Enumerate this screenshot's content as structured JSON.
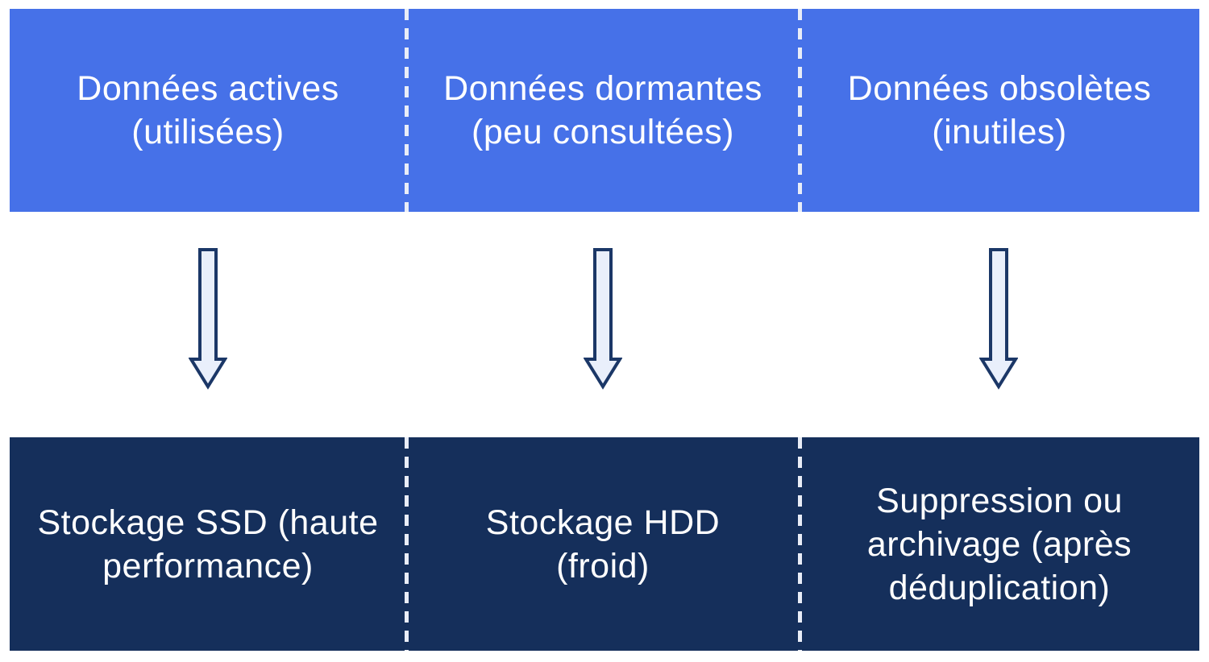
{
  "diagram_title": "data-lifecycle-storage-flow",
  "colors": {
    "top_band": "#4671e8",
    "bottom_band": "#152f5b",
    "text": "#ffffff",
    "divider": "#e9edf7",
    "arrow_fill": "#e9effb",
    "arrow_stroke": "#1b3767",
    "page_bg": "#ffffff"
  },
  "columns": [
    {
      "top": {
        "lines": [
          "Données actives",
          "(utilisées)"
        ]
      },
      "bottom": {
        "lines": [
          "Stockage SSD (haute",
          "performance)"
        ]
      }
    },
    {
      "top": {
        "lines": [
          "Données dormantes",
          "(peu consultées)"
        ]
      },
      "bottom": {
        "lines": [
          "Stockage HDD",
          "(froid)"
        ]
      }
    },
    {
      "top": {
        "lines": [
          "Données obsolètes",
          "(inutiles)"
        ]
      },
      "bottom": {
        "lines": [
          "Suppression ou",
          "archivage (après",
          "déduplication)"
        ]
      }
    }
  ]
}
